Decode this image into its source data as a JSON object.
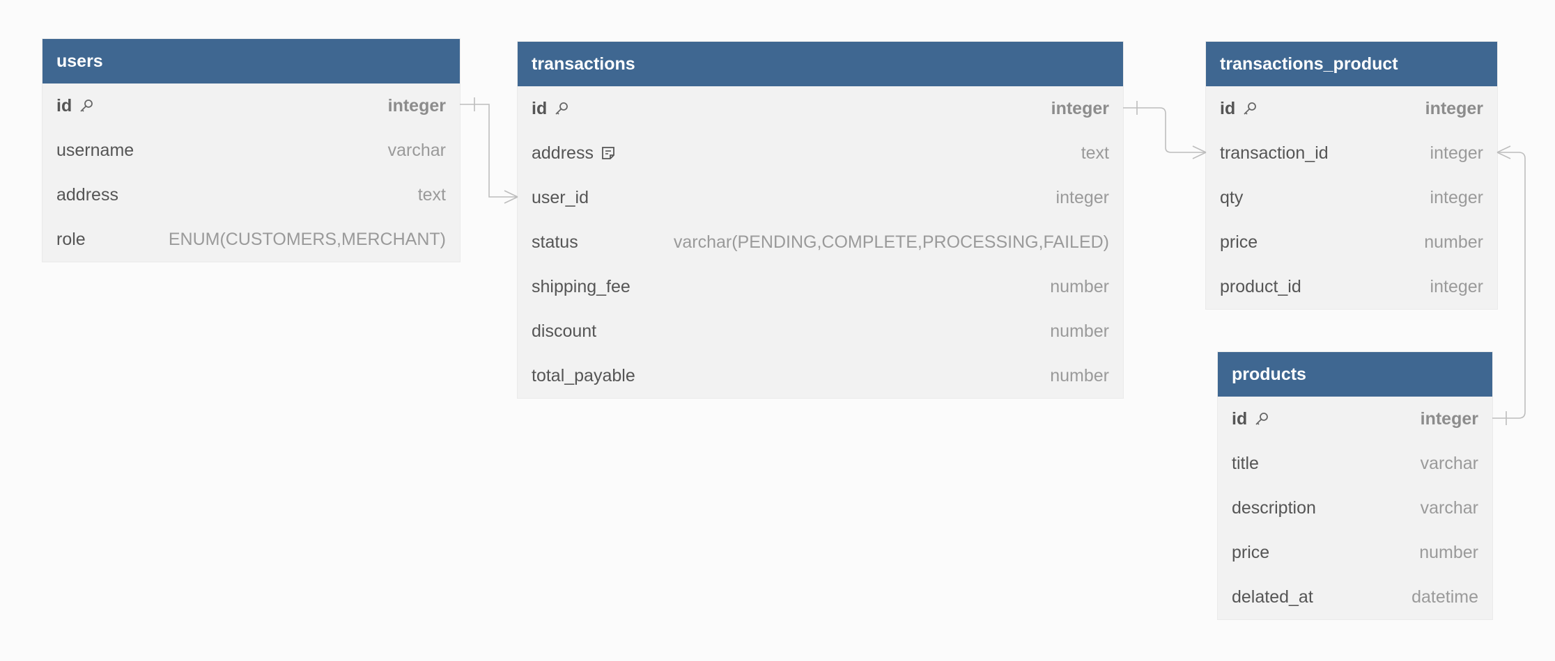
{
  "tables": {
    "users": {
      "name": "users",
      "columns": [
        {
          "name": "id",
          "type": "integer",
          "pk": true,
          "icon": "key-icon"
        },
        {
          "name": "username",
          "type": "varchar"
        },
        {
          "name": "address",
          "type": "text"
        },
        {
          "name": "role",
          "type": "ENUM(CUSTOMERS,MERCHANT)"
        }
      ]
    },
    "transactions": {
      "name": "transactions",
      "columns": [
        {
          "name": "id",
          "type": "integer",
          "pk": true,
          "icon": "key-icon"
        },
        {
          "name": "address",
          "type": "text",
          "icon": "note-icon"
        },
        {
          "name": "user_id",
          "type": "integer"
        },
        {
          "name": "status",
          "type": "varchar(PENDING,COMPLETE,PROCESSING,FAILED)"
        },
        {
          "name": "shipping_fee",
          "type": "number"
        },
        {
          "name": "discount",
          "type": "number"
        },
        {
          "name": "total_payable",
          "type": "number"
        }
      ]
    },
    "transactions_product": {
      "name": "transactions_product",
      "columns": [
        {
          "name": "id",
          "type": "integer",
          "pk": true,
          "icon": "key-icon"
        },
        {
          "name": "transaction_id",
          "type": "integer"
        },
        {
          "name": "qty",
          "type": "integer"
        },
        {
          "name": "price",
          "type": "number"
        },
        {
          "name": "product_id",
          "type": "integer"
        }
      ]
    },
    "products": {
      "name": "products",
      "columns": [
        {
          "name": "id",
          "type": "integer",
          "pk": true,
          "icon": "key-icon"
        },
        {
          "name": "title",
          "type": "varchar"
        },
        {
          "name": "description",
          "type": "varchar"
        },
        {
          "name": "price",
          "type": "number"
        },
        {
          "name": "delated_at",
          "type": "datetime"
        }
      ]
    }
  },
  "relations": [
    {
      "from": "users.id",
      "to": "transactions.user_id",
      "cardinality": "one-to-many"
    },
    {
      "from": "transactions.id",
      "to": "transactions_product.transaction_id",
      "cardinality": "one-to-many"
    },
    {
      "from": "products.id",
      "to": "transactions_product.transaction_id",
      "cardinality": "one-to-many"
    }
  ],
  "colors": {
    "header": "#3f6791",
    "header_text": "#ffffff",
    "body": "#f2f2f2",
    "background": "#fbfbfb",
    "column_name": "#555555",
    "column_type": "#9a9a9a",
    "relation_line": "#bdbdbd"
  }
}
